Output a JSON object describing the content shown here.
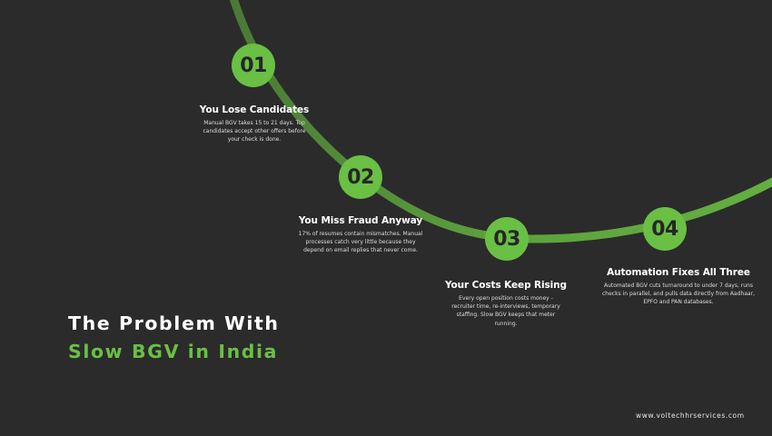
{
  "colors": {
    "background": "#2b2b2b",
    "accent": "#6abf45",
    "curve_start": "#4a7a36",
    "curve_end": "#63b040",
    "number_text": "#262626"
  },
  "steps": [
    {
      "number": "01",
      "title": "You Lose Candidates",
      "description": "Manual BGV takes 15 to 21 days. Top candidates accept other offers before your check is done."
    },
    {
      "number": "02",
      "title": "You Miss Fraud Anyway",
      "description": "17% of resumes contain mismatches. Manual processes catch very little because they depend on email replies that never come."
    },
    {
      "number": "03",
      "title": "Your Costs Keep Rising",
      "description": "Every open position costs money - recruiter time, re-interviews, temporary staffing. Slow BGV keeps that meter running."
    },
    {
      "number": "04",
      "title": "Automation Fixes All Three",
      "description": "Automated BGV cuts turnaround to under 7 days, runs checks in parallel, and pulls data directly from Aadhaar, EPFO and PAN databases."
    }
  ],
  "headline": {
    "line1": "The Problem With",
    "line2": "Slow BGV in India"
  },
  "footer": {
    "url": "www.voltechhrservices.com"
  }
}
